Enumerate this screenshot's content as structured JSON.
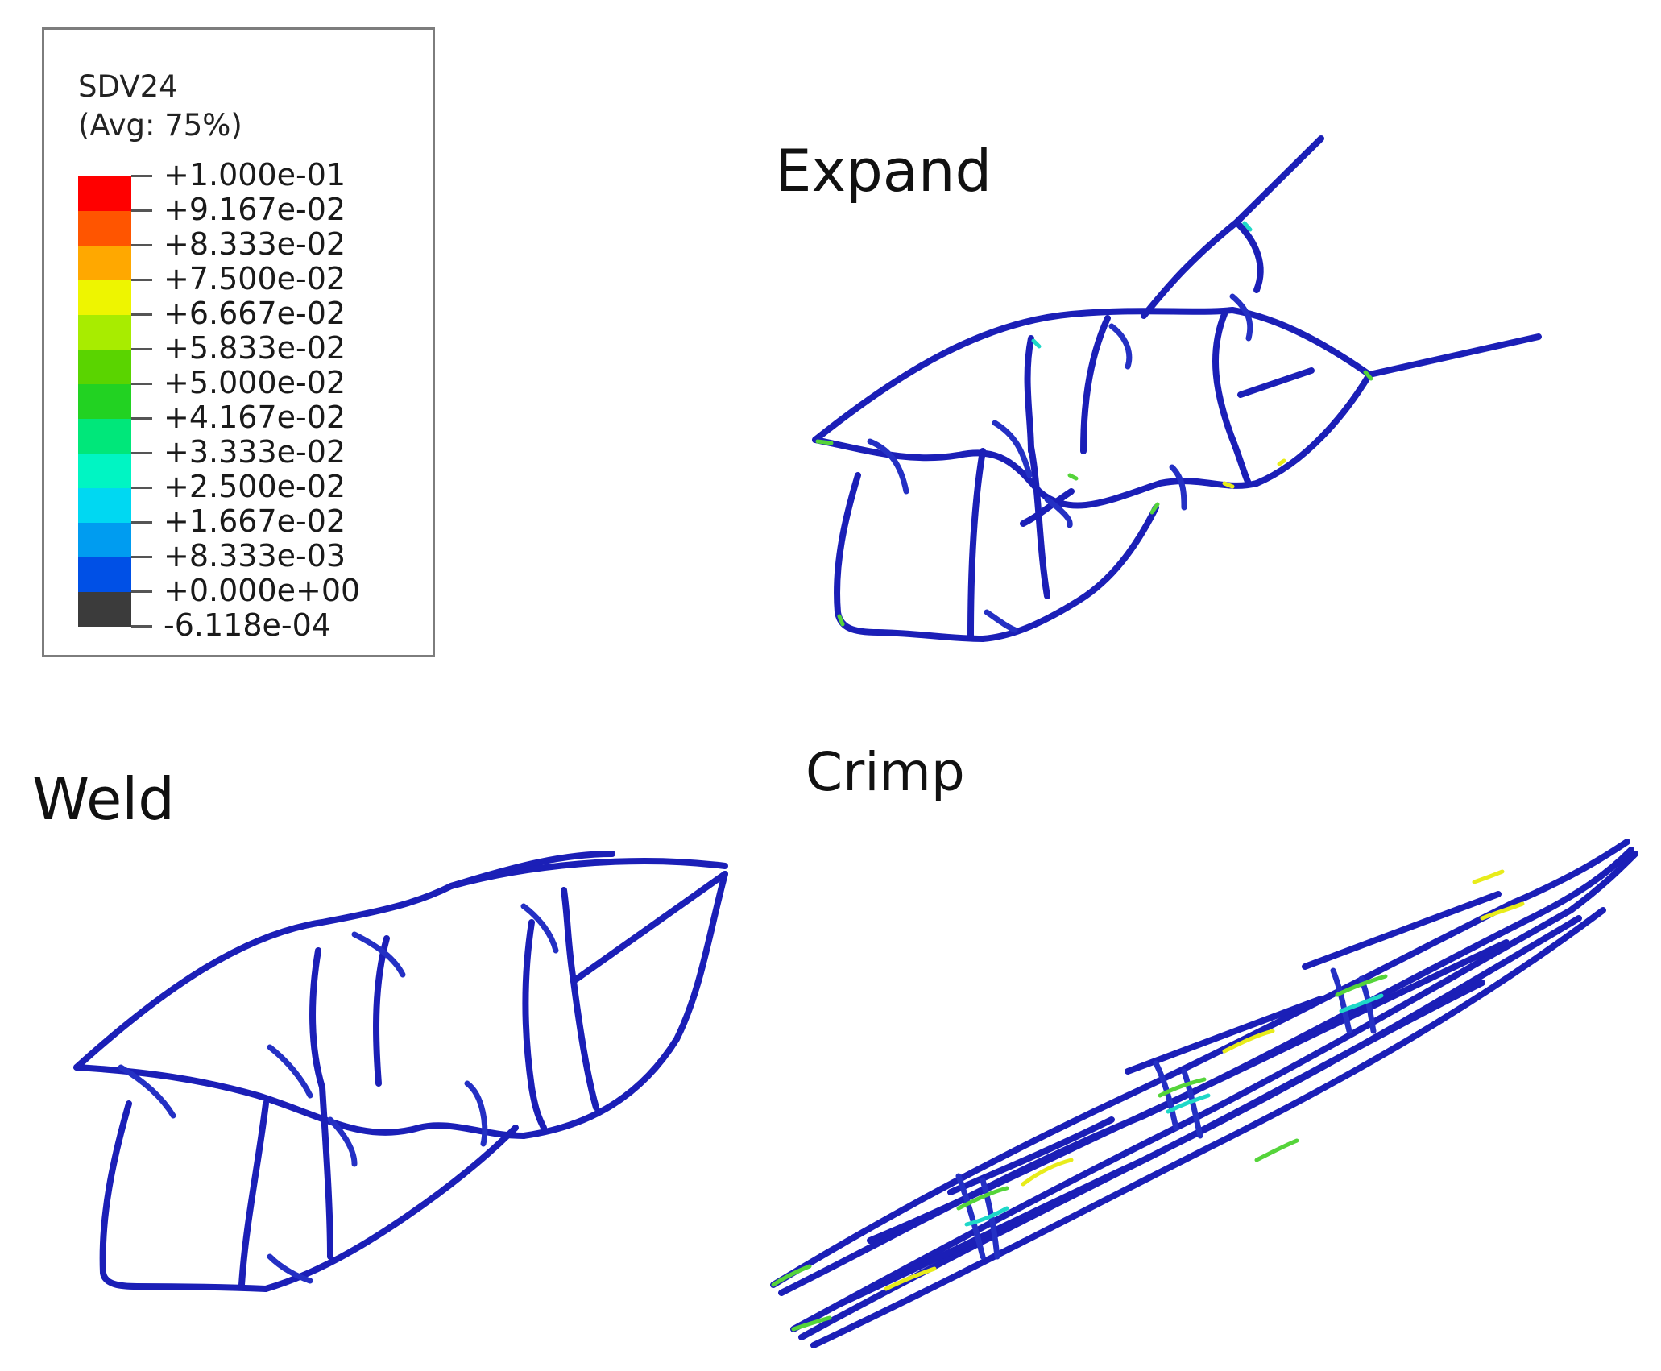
{
  "legend": {
    "variable": "SDV24",
    "averaging": "(Avg: 75%)",
    "entries": [
      {
        "label": "+1.000e-01",
        "color": "#ff0000"
      },
      {
        "label": "+9.167e-02",
        "color": "#ff5500"
      },
      {
        "label": "+8.333e-02",
        "color": "#ffa800"
      },
      {
        "label": "+7.500e-02",
        "color": "#eef500"
      },
      {
        "label": "+6.667e-02",
        "color": "#a8ec00"
      },
      {
        "label": "+5.833e-02",
        "color": "#5ad400"
      },
      {
        "label": "+5.000e-02",
        "color": "#22d222"
      },
      {
        "label": "+4.167e-02",
        "color": "#00e77a"
      },
      {
        "label": "+3.333e-02",
        "color": "#00f5c3"
      },
      {
        "label": "+2.500e-02",
        "color": "#00d8f2"
      },
      {
        "label": "+1.667e-02",
        "color": "#009cf0"
      },
      {
        "label": "+8.333e-03",
        "color": "#0050e6"
      },
      {
        "label": "+0.000e+00",
        "color": "#1a06df"
      },
      {
        "label": "-6.118e-04",
        "color": "#3b3b3b"
      }
    ]
  },
  "stages": {
    "expand": "Expand",
    "weld": "Weld",
    "crimp": "Crimp"
  },
  "colors": {
    "strut": "#1b1fb7",
    "hot_green": "#55d43a",
    "hot_yellow": "#e8ec1a",
    "hot_cyan": "#1ed8c8"
  }
}
